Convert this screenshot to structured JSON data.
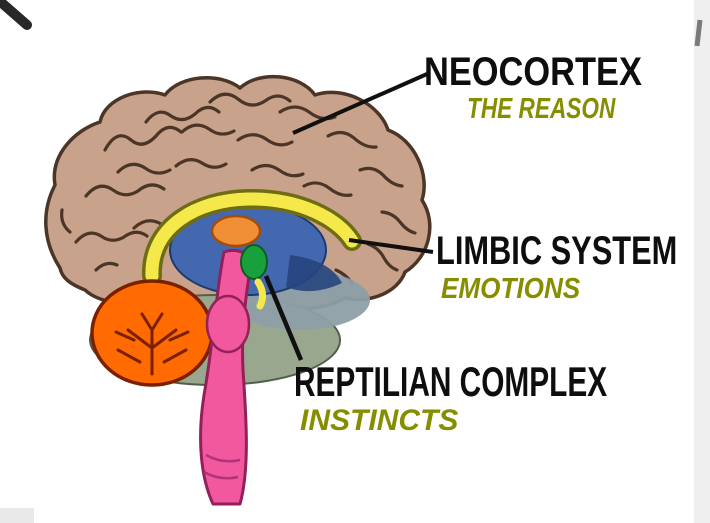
{
  "page": {
    "background": "#ffffff"
  },
  "labels": {
    "neocortex": {
      "title": "NEOCORTEX",
      "subtitle": "THE REASON"
    },
    "limbic": {
      "title": "LIMBIC SYSTEM",
      "subtitle": "EMOTIONS"
    },
    "reptilian": {
      "title": "REPTILIAN COMPLEX",
      "subtitle": "INSTINCTS"
    }
  },
  "colors": {
    "label_title": "#0e0e0e",
    "label_subtitle": "#868e00",
    "pointer_line": "#101010",
    "cerebrum": "#c9a28c",
    "cerebrum_outline": "#4a3526",
    "cerebellum": "#ff6b00",
    "cerebellum_detail": "#7a2000",
    "brainstem": "#f2589d",
    "brainstem_outline": "#932059",
    "brainstem_detail": "#b23377",
    "limbic_band": "#f5e84a",
    "limbic_band_outline": "#6f6d14",
    "inner_region": "#4468b0",
    "inner_region_outline": "#1d3a6e",
    "inner_region_dark": "#27457e",
    "thalamus": "#f08f35",
    "thalamus_outline": "#a34d0a",
    "green_structure": "#18a03c",
    "green_structure_outline": "#0d5c22",
    "base_region": "#9aa78f",
    "base_region_outline": "#50604c",
    "mid_region": "#8d9fa6",
    "edge_strip": "#efefef",
    "artifact": "#161616"
  }
}
